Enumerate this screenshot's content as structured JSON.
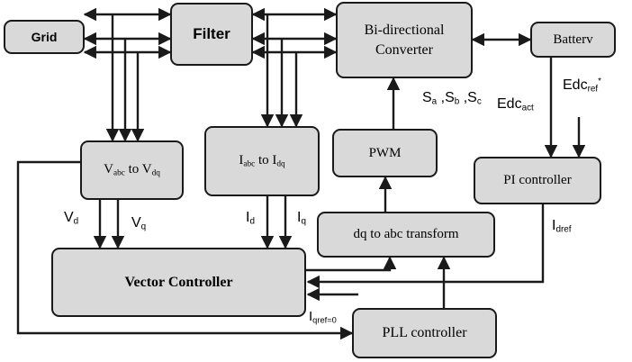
{
  "blocks": {
    "grid": "Grid",
    "filter": "Filter",
    "converter_line1": "Bi-directional",
    "converter_line2": "Converter",
    "battery": "Batterv",
    "vabc_to_vdq": {
      "a": "V",
      "a_sub": "abc",
      "mid": " to ",
      "b": "V",
      "b_sub": "dq"
    },
    "iabc_to_idq": {
      "a": "I",
      "a_sub": "abc",
      "mid": " to ",
      "b": "I",
      "b_sub": "dq"
    },
    "pwm": "PWM",
    "pi_controller": "PI controller",
    "dq_to_abc": "dq to abc transform",
    "vector_controller": "Vector Controller",
    "pll_controller": "PLL controller"
  },
  "signals": {
    "vd": {
      "base": "V",
      "sub": "d"
    },
    "vq": {
      "base": "V",
      "sub": "q"
    },
    "id": {
      "base": "I",
      "sub": "d"
    },
    "iq": {
      "base": "I",
      "sub": "q"
    },
    "switching": {
      "a": "S",
      "a_sub": "a",
      "b": "S",
      "b_sub": "b",
      "c": "S",
      "c_sub": "c",
      "sep": " ,"
    },
    "edc_act": {
      "base": "Edc",
      "sub": "act"
    },
    "edc_ref": {
      "base": "Edc",
      "sub": "ref",
      "sup": "*"
    },
    "idref": {
      "base": "I",
      "sub": "dref"
    },
    "iqref": {
      "base": "I",
      "sub": "qref=0"
    }
  },
  "colors": {
    "block_fill": "#d9d9d9",
    "line": "#1a1a1a"
  }
}
